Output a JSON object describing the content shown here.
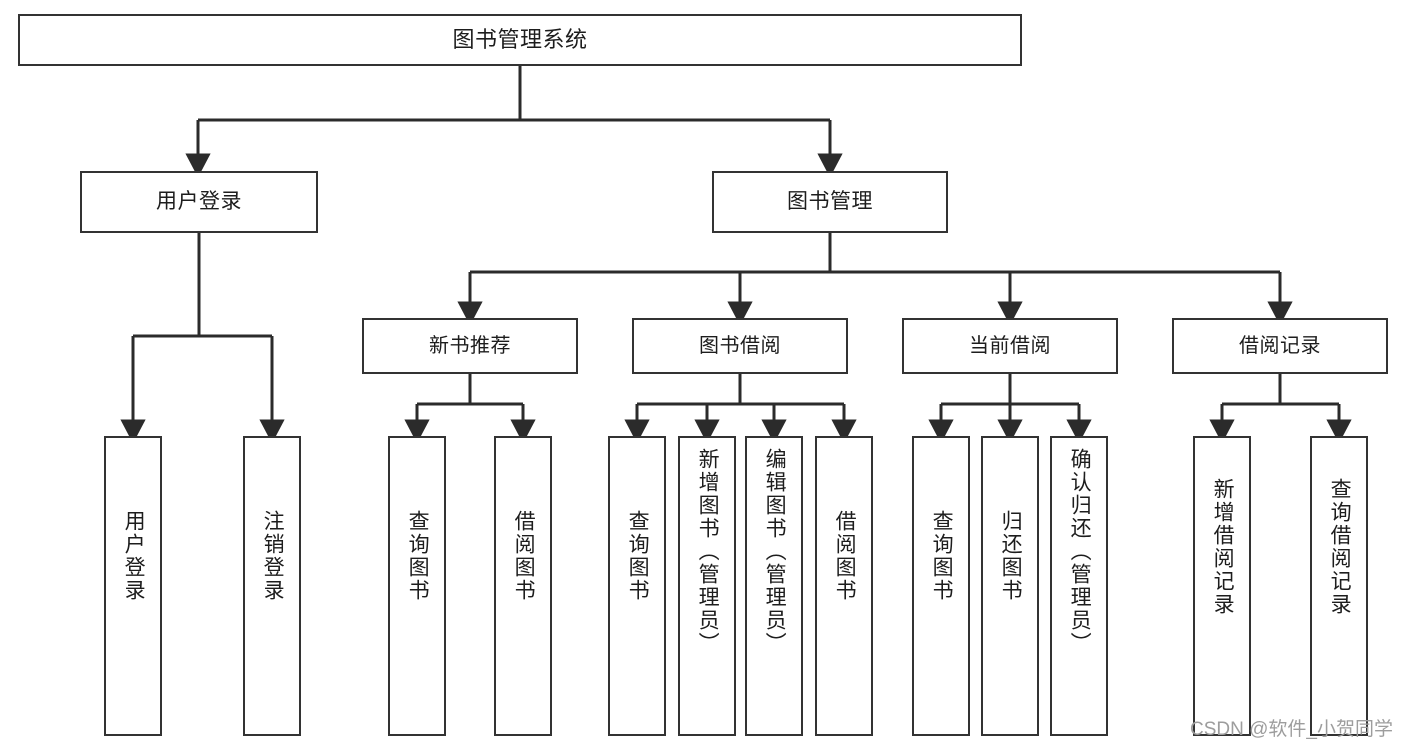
{
  "diagram": {
    "title": "图书管理系统",
    "type": "tree-hierarchy",
    "watermark": "CSDN @软件_小贺同学",
    "colors": {
      "background": "#ffffff",
      "box_border": "#333333",
      "box_fill": "#ffffff",
      "text": "#1d1d1d",
      "edge": "#2b2b2b",
      "watermark": "#9d9d9d"
    },
    "root": {
      "id": "root",
      "label": "图书管理系统"
    },
    "level2": [
      {
        "id": "user-login",
        "label": "用户登录"
      },
      {
        "id": "book-manage",
        "label": "图书管理"
      }
    ],
    "level3": [
      {
        "id": "new-book-rec",
        "label": "新书推荐"
      },
      {
        "id": "book-borrow",
        "label": "图书借阅"
      },
      {
        "id": "current-borrow",
        "label": "当前借阅"
      },
      {
        "id": "borrow-record",
        "label": "借阅记录"
      }
    ],
    "leaves": {
      "user_login": [
        {
          "id": "leaf-user-login",
          "label": "用户登录"
        },
        {
          "id": "leaf-logout-login",
          "label": "注销登录"
        }
      ],
      "new_book_rec": [
        {
          "id": "leaf-query-book-1",
          "label": "查询图书"
        },
        {
          "id": "leaf-borrow-book-1",
          "label": "借阅图书"
        }
      ],
      "book_borrow": [
        {
          "id": "leaf-query-book-2",
          "label": "查询图书"
        },
        {
          "id": "leaf-add-book",
          "label": "新增图书（管理员）"
        },
        {
          "id": "leaf-edit-book",
          "label": "编辑图书（管理员）"
        },
        {
          "id": "leaf-borrow-book-2",
          "label": "借阅图书"
        }
      ],
      "current_borrow": [
        {
          "id": "leaf-query-book-3",
          "label": "查询图书"
        },
        {
          "id": "leaf-return-book",
          "label": "归还图书"
        },
        {
          "id": "leaf-confirm-return",
          "label": "确认归还（管理员）"
        }
      ],
      "borrow_record": [
        {
          "id": "leaf-add-record",
          "label": "新增借阅记录"
        },
        {
          "id": "leaf-query-record",
          "label": "查询借阅记录"
        }
      ]
    }
  }
}
